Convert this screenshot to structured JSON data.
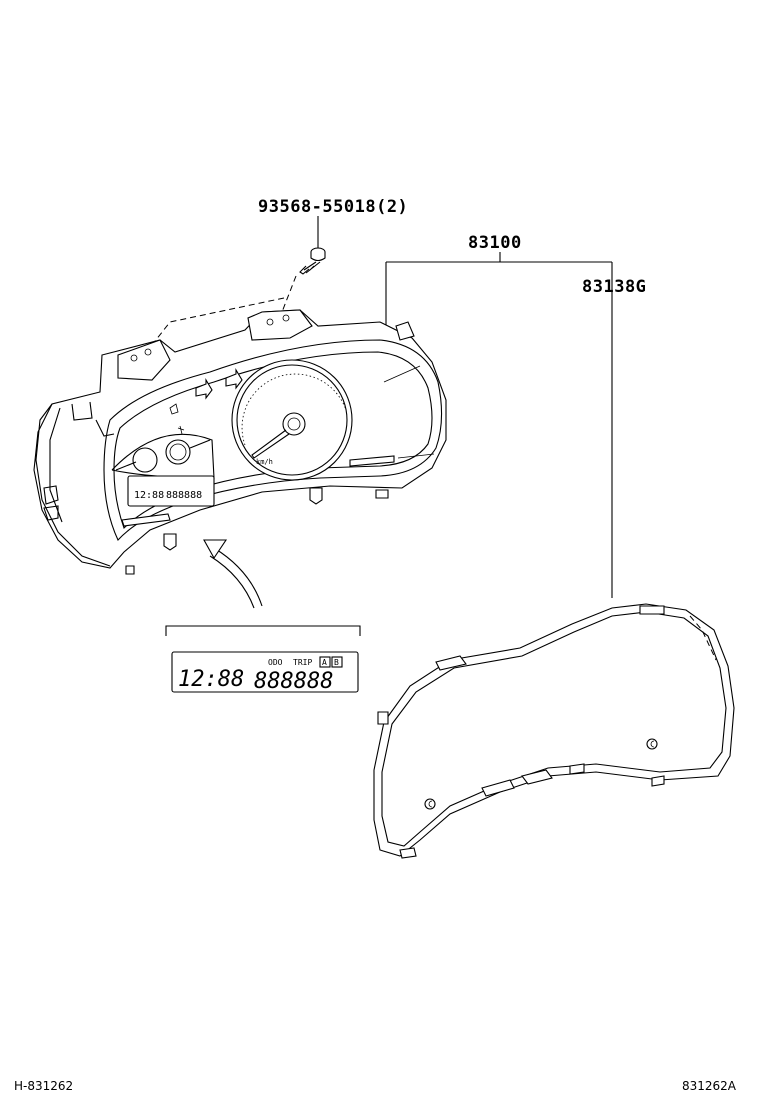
{
  "parts": {
    "screw": "93568-55018(2)",
    "meter_assembly": "83100",
    "glass": "83138G"
  },
  "display_detail": {
    "clock": "12:88",
    "mode_labels": [
      "ODO",
      "TRIP"
    ],
    "trip_buttons": [
      "A",
      "B"
    ],
    "odometer": "888888"
  },
  "gauge_unit": "km/h",
  "footer": {
    "left_code": "H-831262",
    "right_code": "831262A"
  }
}
